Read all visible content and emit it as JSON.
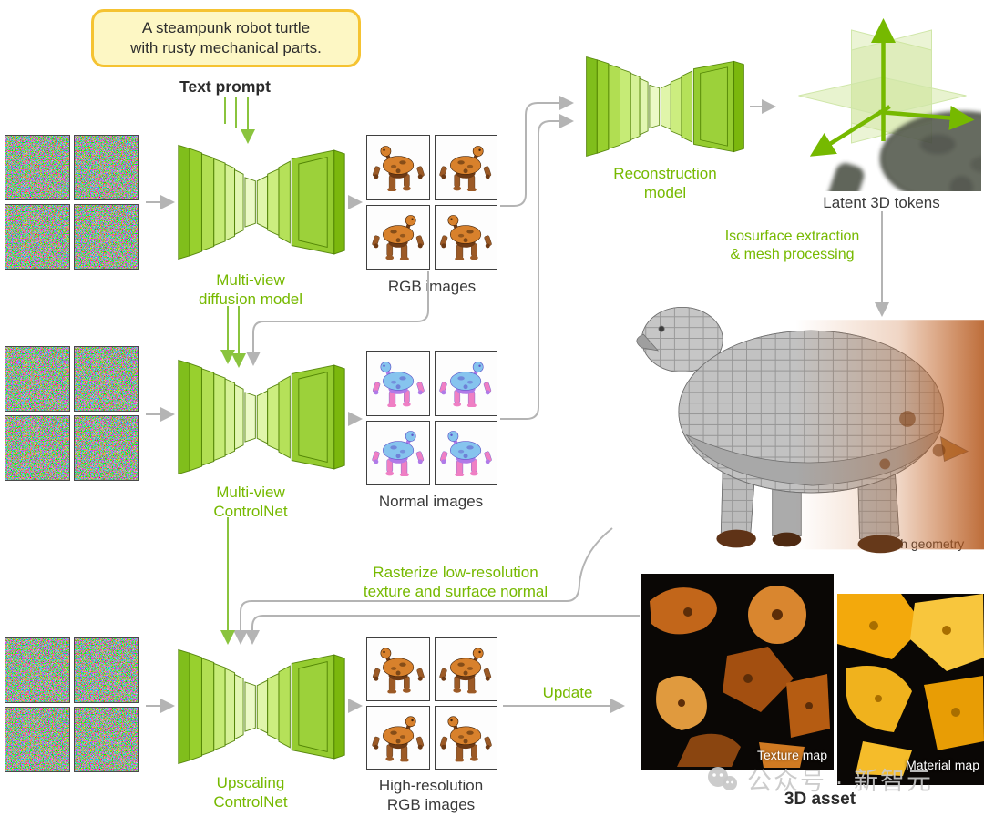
{
  "prompt": {
    "text": "A steampunk robot turtle\nwith rusty mechanical parts.",
    "caption": "Text prompt"
  },
  "models": {
    "diffusion": "Multi-view\ndiffusion model",
    "controlnet": "Multi-view\nControlNet",
    "upscaler": "Upscaling\nControlNet",
    "reconstruction": "Reconstruction\nmodel"
  },
  "outputs": {
    "rgb": "RGB images",
    "normal": "Normal images",
    "highres": "High-resolution\nRGB images",
    "latent": "Latent 3D tokens",
    "mesh": "Mesh geometry",
    "texture": "Texture map",
    "material": "Material map",
    "asset": "3D asset"
  },
  "process": {
    "isosurface": "Isosurface extraction\n& mesh processing",
    "rasterize": "Rasterize low-resolution\ntexture and surface normal",
    "update": "Update"
  },
  "watermark": "公众号 · 新智元",
  "colors": {
    "nvidia_green": "#76b900",
    "arrow_gray": "#b4b4b4",
    "text_dark": "#3a3a3a",
    "prompt_bg": "#fdf7c4",
    "prompt_border": "#f5c332"
  }
}
